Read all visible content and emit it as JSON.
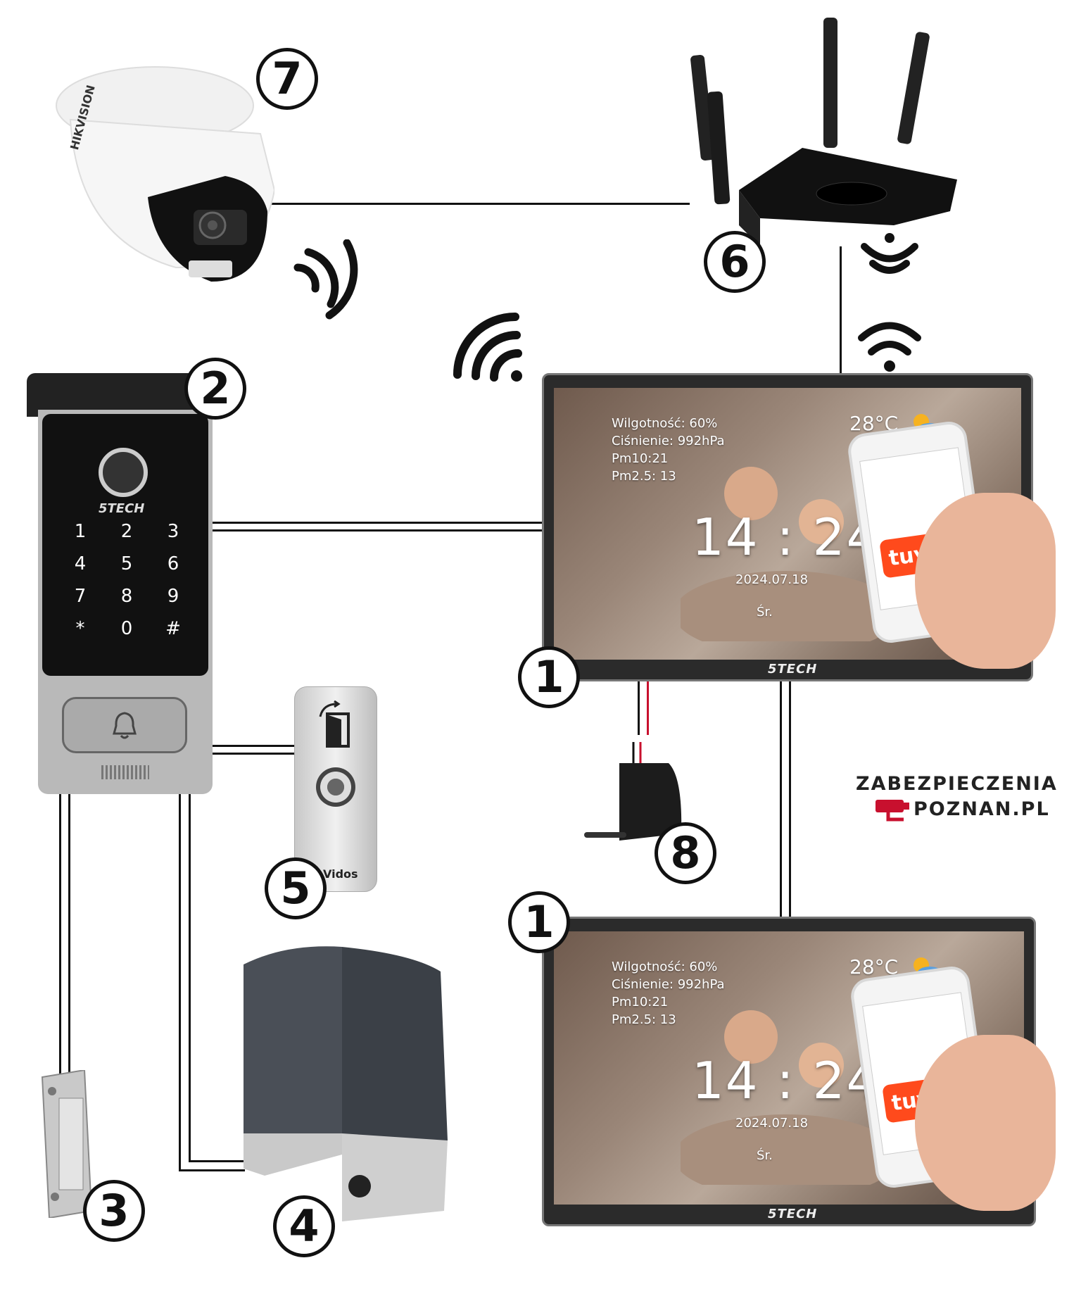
{
  "badges": {
    "monitor_top": "1",
    "monitor_bottom": "1",
    "doorbell": "2",
    "lock": "3",
    "gate_motor": "4",
    "exit_button": "5",
    "router": "6",
    "camera": "7",
    "power_adapter": "8"
  },
  "monitor": {
    "humidity": "Wilgotność: 60%",
    "pressure": "Ciśnienie: 992hPa",
    "pm10": "Pm10:21",
    "pm25": "Pm2.5: 13",
    "temperature": "28°C",
    "clock": "14 : 24",
    "date": "2024.07.18",
    "weekday": "Śr.",
    "brand": "5TECH"
  },
  "doorbell": {
    "brand": "5TECH",
    "keys": [
      "1",
      "2",
      "3",
      "4",
      "5",
      "6",
      "7",
      "8",
      "9",
      "*",
      "0",
      "#"
    ]
  },
  "camera": {
    "brand": "HIKVISION"
  },
  "exit_button": {
    "brand": "Vidos"
  },
  "phone": {
    "app_logo": "tuya"
  },
  "logo": {
    "line1": "ZABEZPIECZENIA",
    "line2": "POZNAN.PL"
  },
  "colors": {
    "app_accent": "#ff4a1c",
    "wire": "#111111"
  }
}
